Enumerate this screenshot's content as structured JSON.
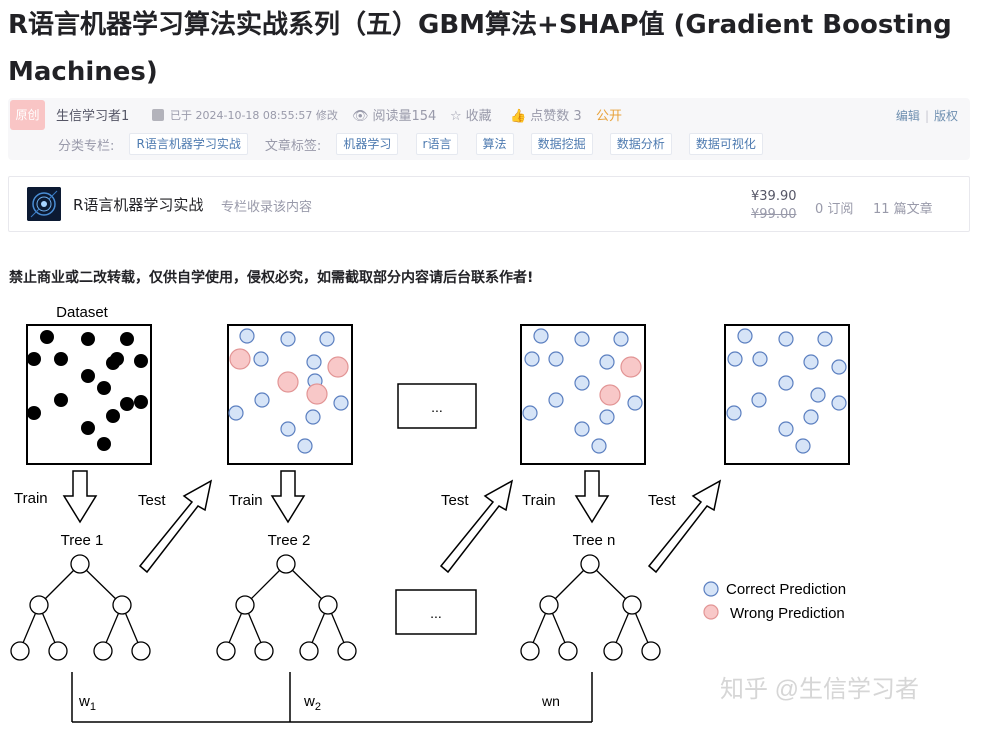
{
  "title": "R语言机器学习算法实战系列（五）GBM算法+SHAP值 (Gradient Boosting Machines)",
  "meta": {
    "badge": "原创",
    "author": "生信学习者1",
    "time": "已于 2024-10-18 08:55:57 修改",
    "read": "阅读量154",
    "fav": "收藏",
    "like": "点赞数 3",
    "public": "公开",
    "edit": "编辑",
    "copyright": "版权",
    "column_label": "分类专栏:",
    "column_tag": "R语言机器学习实战",
    "tags_label": "文章标签:",
    "tags": [
      "机器学习",
      "r语言",
      "算法",
      "数据挖掘",
      "数据分析",
      "数据可视化"
    ]
  },
  "column_card": {
    "name": "R语言机器学习实战",
    "sub": "专栏收录该内容",
    "price": "¥39.90",
    "orig_price": "¥99.00",
    "subscribers": "0 订阅",
    "articles": "11 篇文章"
  },
  "notice": "禁止商业或二改转载，仅供自学使用，侵权必究，如需截取部分内容请后台联系作者!",
  "figure": {
    "dataset_label": "Dataset",
    "train": "Train",
    "test": "Test",
    "ellipsis": "...",
    "trees": [
      "Tree 1",
      "Tree 2",
      "Tree n"
    ],
    "weights": [
      "w",
      "w",
      "wn"
    ],
    "weight_subs": [
      "1",
      "2"
    ],
    "legend": [
      "Correct Prediction",
      "Wrong Prediction"
    ],
    "watermark": "知乎 @生信学习者"
  }
}
